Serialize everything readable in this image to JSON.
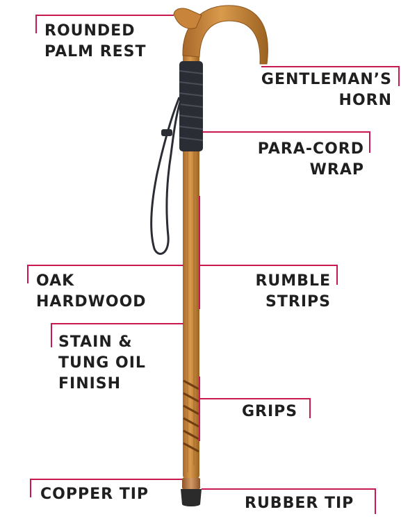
{
  "diagram": {
    "colors": {
      "leader": "#c8194e",
      "text": "#1f1f1f",
      "wood": "#c98a3c",
      "wood_dark": "#9c6221",
      "cord": "#2a2d33",
      "copper": "#b9763f",
      "rubber": "#2b2b2b"
    },
    "labels": {
      "rounded_palm_rest": [
        "ROUNDED",
        "PALM REST"
      ],
      "gentlemans_horn": [
        "GENTLEMAN’S",
        "HORN"
      ],
      "para_cord_wrap": [
        "PARA-CORD",
        "WRAP"
      ],
      "oak_hardwood": [
        "OAK",
        "HARDWOOD"
      ],
      "rumble_strips": [
        "RUMBLE",
        "STRIPS"
      ],
      "stain_tung_oil": [
        "STAIN &",
        "TUNG OIL",
        "FINISH"
      ],
      "grips": [
        "GRIPS"
      ],
      "copper_tip": [
        "COPPER TIP"
      ],
      "rubber_tip": [
        "RUBBER TIP"
      ]
    }
  }
}
